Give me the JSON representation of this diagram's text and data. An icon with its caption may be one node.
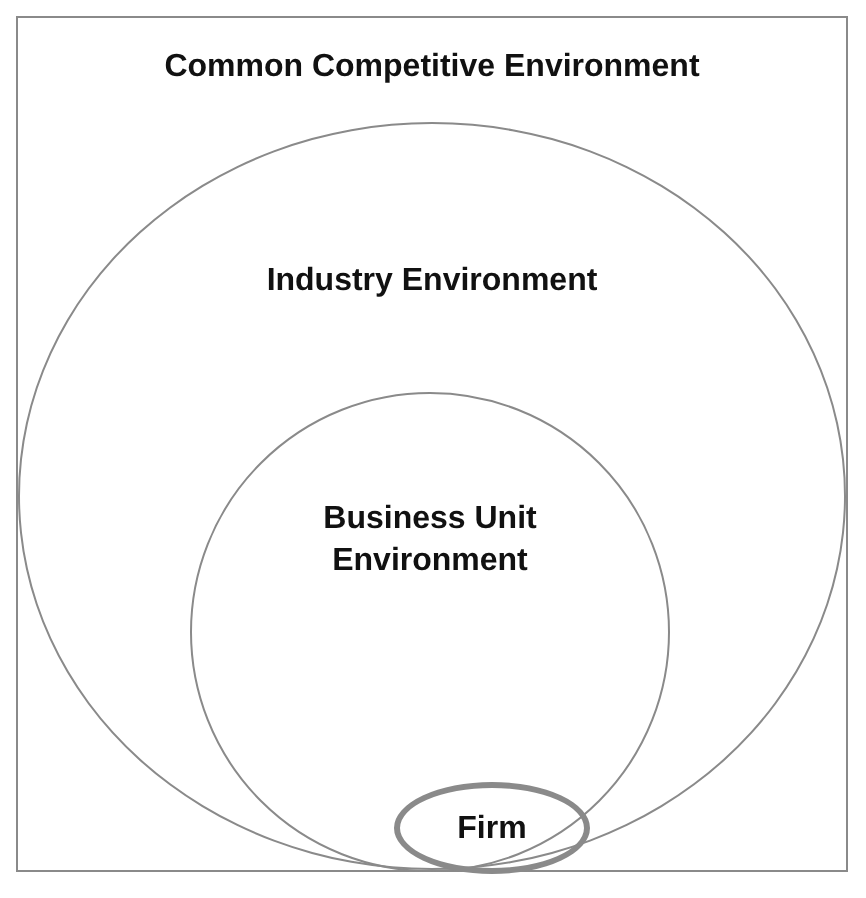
{
  "diagram": {
    "nodes": [
      {
        "text": [
          "Common Competitive Environment"
        ]
      },
      {
        "text": [
          "Industry Environment"
        ],
        "in": 0
      },
      {
        "text": [
          "Business Unit Environment"
        ],
        "in": 1
      },
      {
        "text": [
          "Firm"
        ],
        "in": 2
      }
    ]
  }
}
